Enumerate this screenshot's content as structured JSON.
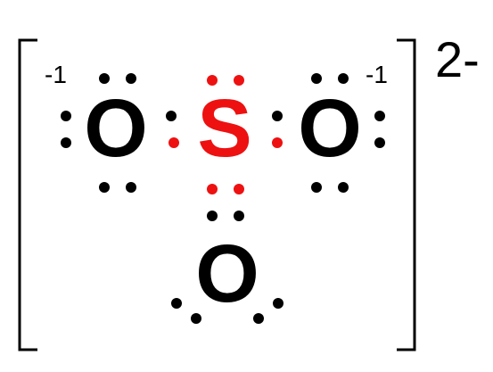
{
  "diagram": {
    "colors": {
      "oxygen": "#000000",
      "sulfur": "#ee1111",
      "bracket": "#000000"
    },
    "ion_charge": "2-",
    "atoms": [
      {
        "id": "o-left",
        "symbol": "O",
        "formal_charge": "-1",
        "color_key": "oxygen"
      },
      {
        "id": "s-center",
        "symbol": "S",
        "formal_charge": "",
        "color_key": "sulfur"
      },
      {
        "id": "o-right",
        "symbol": "O",
        "formal_charge": "-1",
        "color_key": "oxygen"
      },
      {
        "id": "o-bottom",
        "symbol": "O",
        "formal_charge": "",
        "color_key": "oxygen"
      }
    ]
  }
}
